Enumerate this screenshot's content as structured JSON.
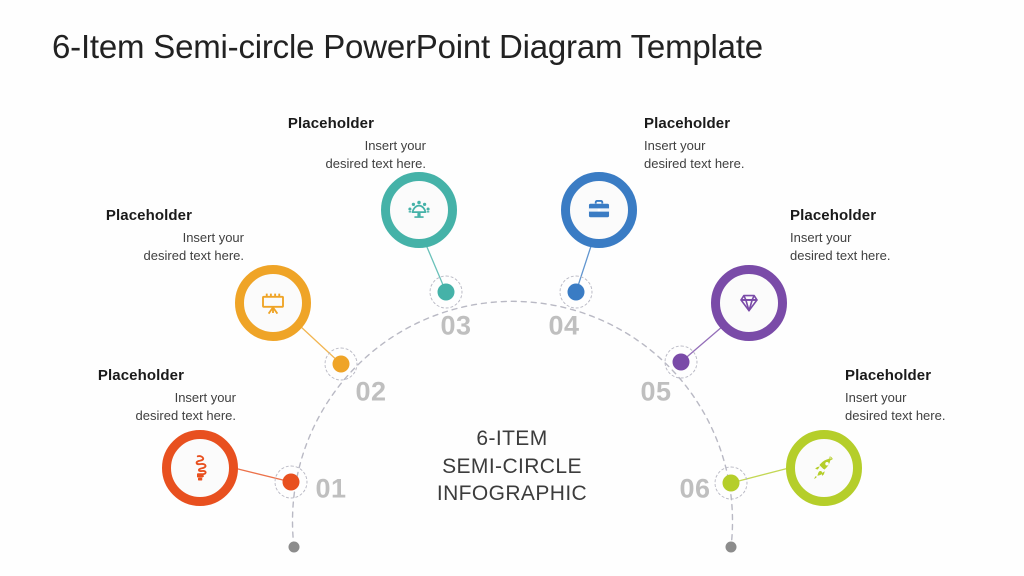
{
  "slide": {
    "title": "6-Item Semi-circle PowerPoint Diagram Template",
    "center_caption": {
      "line1": "6-ITEM",
      "line2": "SEMI-CIRCLE",
      "line3": "INFOGRAPHIC"
    }
  },
  "palette": {
    "item01": "#E8501F",
    "item02": "#EFA427",
    "item03": "#45B2A8",
    "item04": "#3A7CC4",
    "item05": "#7A4BA8",
    "item06": "#B5CE2A",
    "number": "#BFBFBF",
    "arc": "#B9B9C4",
    "endpoint": "#8C8C8C",
    "title": "#222222",
    "body_text": "#404040",
    "caption": "#3C3C3C"
  },
  "items": [
    {
      "number": "01",
      "icon": "spiral-lightbulb-icon",
      "color": "#E8501F",
      "title": "Placeholder",
      "body_line1": "Insert your",
      "body_line2": "desired text here."
    },
    {
      "number": "02",
      "icon": "billboard-icon",
      "color": "#EFA427",
      "title": "Placeholder",
      "body_line1": "Insert your",
      "body_line2": "desired text here."
    },
    {
      "number": "03",
      "icon": "meeting-table-icon",
      "color": "#45B2A8",
      "title": "Placeholder",
      "body_line1": "Insert your",
      "body_line2": "desired text here."
    },
    {
      "number": "04",
      "icon": "briefcase-icon",
      "color": "#3A7CC4",
      "title": "Placeholder",
      "body_line1": "Insert your",
      "body_line2": "desired text here."
    },
    {
      "number": "05",
      "icon": "diamond-icon",
      "color": "#7A4BA8",
      "title": "Placeholder",
      "body_line1": "Insert your",
      "body_line2": "desired text here."
    },
    {
      "number": "06",
      "icon": "rocket-icon",
      "color": "#B5CE2A",
      "title": "Placeholder",
      "body_line1": "Insert your",
      "body_line2": "desired text here."
    }
  ]
}
